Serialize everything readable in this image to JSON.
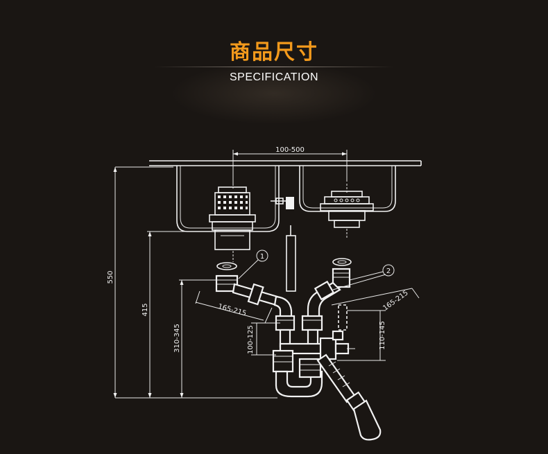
{
  "header": {
    "title": "商品尺寸",
    "subtitle": "SPECIFICATION"
  },
  "colors": {
    "background": "#1a1613",
    "title": "#f39a1c",
    "line": "#f2f2f2"
  },
  "diagram": {
    "dimensions": {
      "top_width": "100-500",
      "total_height": "550",
      "outlet_height": "415",
      "trap_height": "310-345",
      "left_arm": "165-215",
      "right_arm": "165-215",
      "left_drop": "100-125",
      "right_drop": "110-145"
    },
    "callouts": [
      "1",
      "2"
    ]
  }
}
